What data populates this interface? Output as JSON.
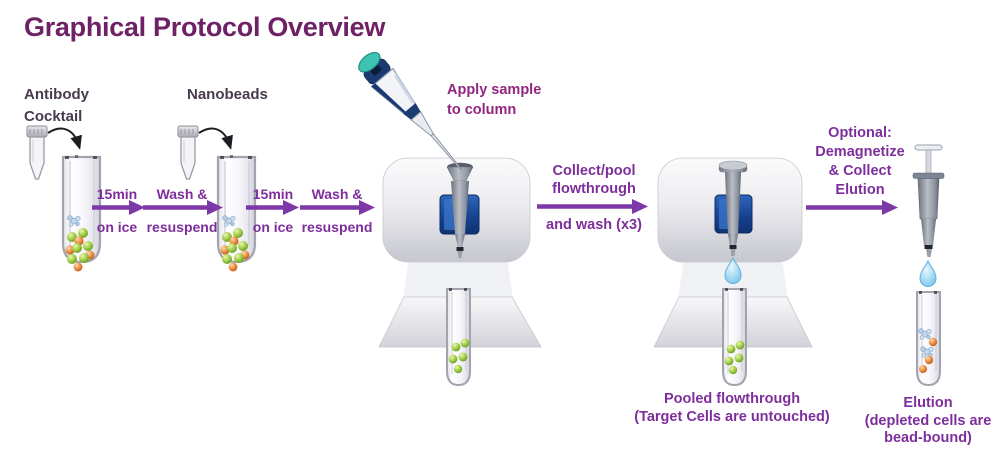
{
  "title": "Graphical Protocol Overview",
  "labels": {
    "antibody_line1": "Antibody",
    "antibody_line2": "Cocktail",
    "nanobeads": "Nanobeads",
    "apply_line1": "Apply sample",
    "apply_line2": "to column"
  },
  "steps": {
    "incubate1_top": "15min",
    "incubate1_bottom": "on ice",
    "wash1_top": "Wash &",
    "wash1_bottom": "resuspend",
    "incubate2_top": "15min",
    "incubate2_bottom": "on ice",
    "wash2_top": "Wash &",
    "wash2_bottom": "resuspend",
    "collect_line1": "Collect/pool",
    "collect_line2": "flowthrough",
    "collect_bottom": "and wash (x3)",
    "optional_line1": "Optional:",
    "optional_line2": "Demagnetize",
    "optional_line3": "& Collect",
    "optional_line4": "Elution"
  },
  "outputs": {
    "pooled_line1": "Pooled flowthrough",
    "pooled_line2": "(Target Cells are untouched)",
    "elution_line1": "Elution",
    "elution_line2": "(depleted cells are",
    "elution_line3": "bead-bound)"
  },
  "colors": {
    "title_text": "#6f2166",
    "heading_text": "#473b4d",
    "step_text": "#7d2e9b",
    "callout_text": "#92267f",
    "arrow_purple": "#7d38a8",
    "magnet_blue": "#16408d",
    "droplet_blue": "#9fd8f2",
    "cell_green": "#9ccb44",
    "cell_orange": "#e8893c",
    "bead_blue": "#c3d8ec"
  }
}
